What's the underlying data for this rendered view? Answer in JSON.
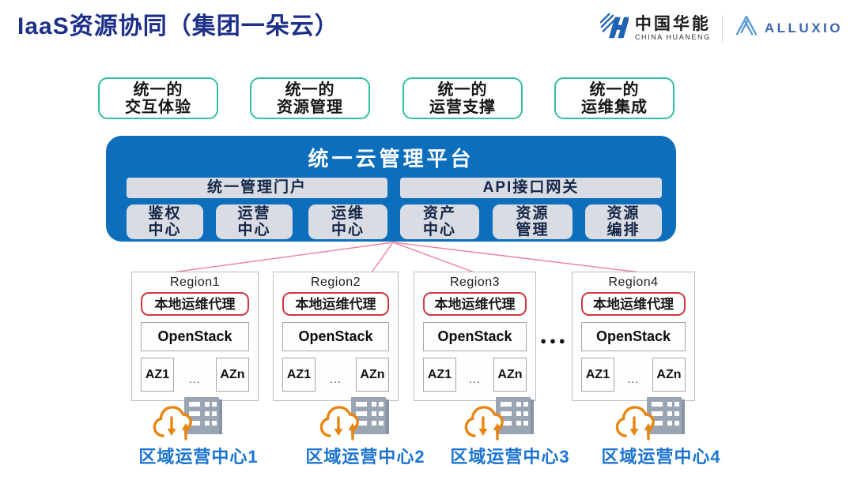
{
  "page": {
    "title": "IaaS资源协同（集团一朵云）"
  },
  "header": {
    "huaneng": {
      "name_cn": "中国华能",
      "name_en": "CHINA HUANENG"
    },
    "alluxio": {
      "wordmark": "ALLUXIO"
    }
  },
  "capabilities": [
    {
      "line1": "统一的",
      "line2": "交互体验"
    },
    {
      "line1": "统一的",
      "line2": "资源管理"
    },
    {
      "line1": "统一的",
      "line2": "运营支撑"
    },
    {
      "line1": "统一的",
      "line2": "运维集成"
    }
  ],
  "platform": {
    "title": "统一云管理平台",
    "portals": [
      {
        "label": "统一管理门户"
      },
      {
        "label": "API接口网关"
      }
    ],
    "centers": [
      {
        "line1": "鉴权",
        "line2": "中心"
      },
      {
        "line1": "运营",
        "line2": "中心"
      },
      {
        "line1": "运维",
        "line2": "中心"
      },
      {
        "line1": "资产",
        "line2": "中心"
      },
      {
        "line1": "资源",
        "line2": "管理"
      },
      {
        "line1": "资源",
        "line2": "编排"
      }
    ]
  },
  "regions": [
    {
      "name": "Region1",
      "agent": "本地运维代理",
      "stack": "OpenStack",
      "az_first": "AZ1",
      "az_dots": "...",
      "az_last": "AZn",
      "center_label": "区域运营中心1"
    },
    {
      "name": "Region2",
      "agent": "本地运维代理",
      "stack": "OpenStack",
      "az_first": "AZ1",
      "az_dots": "...",
      "az_last": "AZn",
      "center_label": "区域运营中心2"
    },
    {
      "name": "Region3",
      "agent": "本地运维代理",
      "stack": "OpenStack",
      "az_first": "AZ1",
      "az_dots": "...",
      "az_last": "AZn",
      "center_label": "区域运营中心3"
    },
    {
      "name": "Region4",
      "agent": "本地运维代理",
      "stack": "OpenStack",
      "az_first": "AZ1",
      "az_dots": "...",
      "az_last": "AZn",
      "center_label": "区域运营中心4"
    }
  ],
  "inter_region_ellipsis": "●●●",
  "colors": {
    "platform-blue": "#0d6ebc",
    "panel-gray": "#d9dce3",
    "panel-text": "#152647",
    "green": "#2fc0a0",
    "red": "#cf3a41",
    "pink-line": "#ea8099",
    "label-blue": "#1b74d0",
    "orange": "#e8850f",
    "title-navy": "#1e2f88",
    "building-gray": "#9aa5b4"
  }
}
